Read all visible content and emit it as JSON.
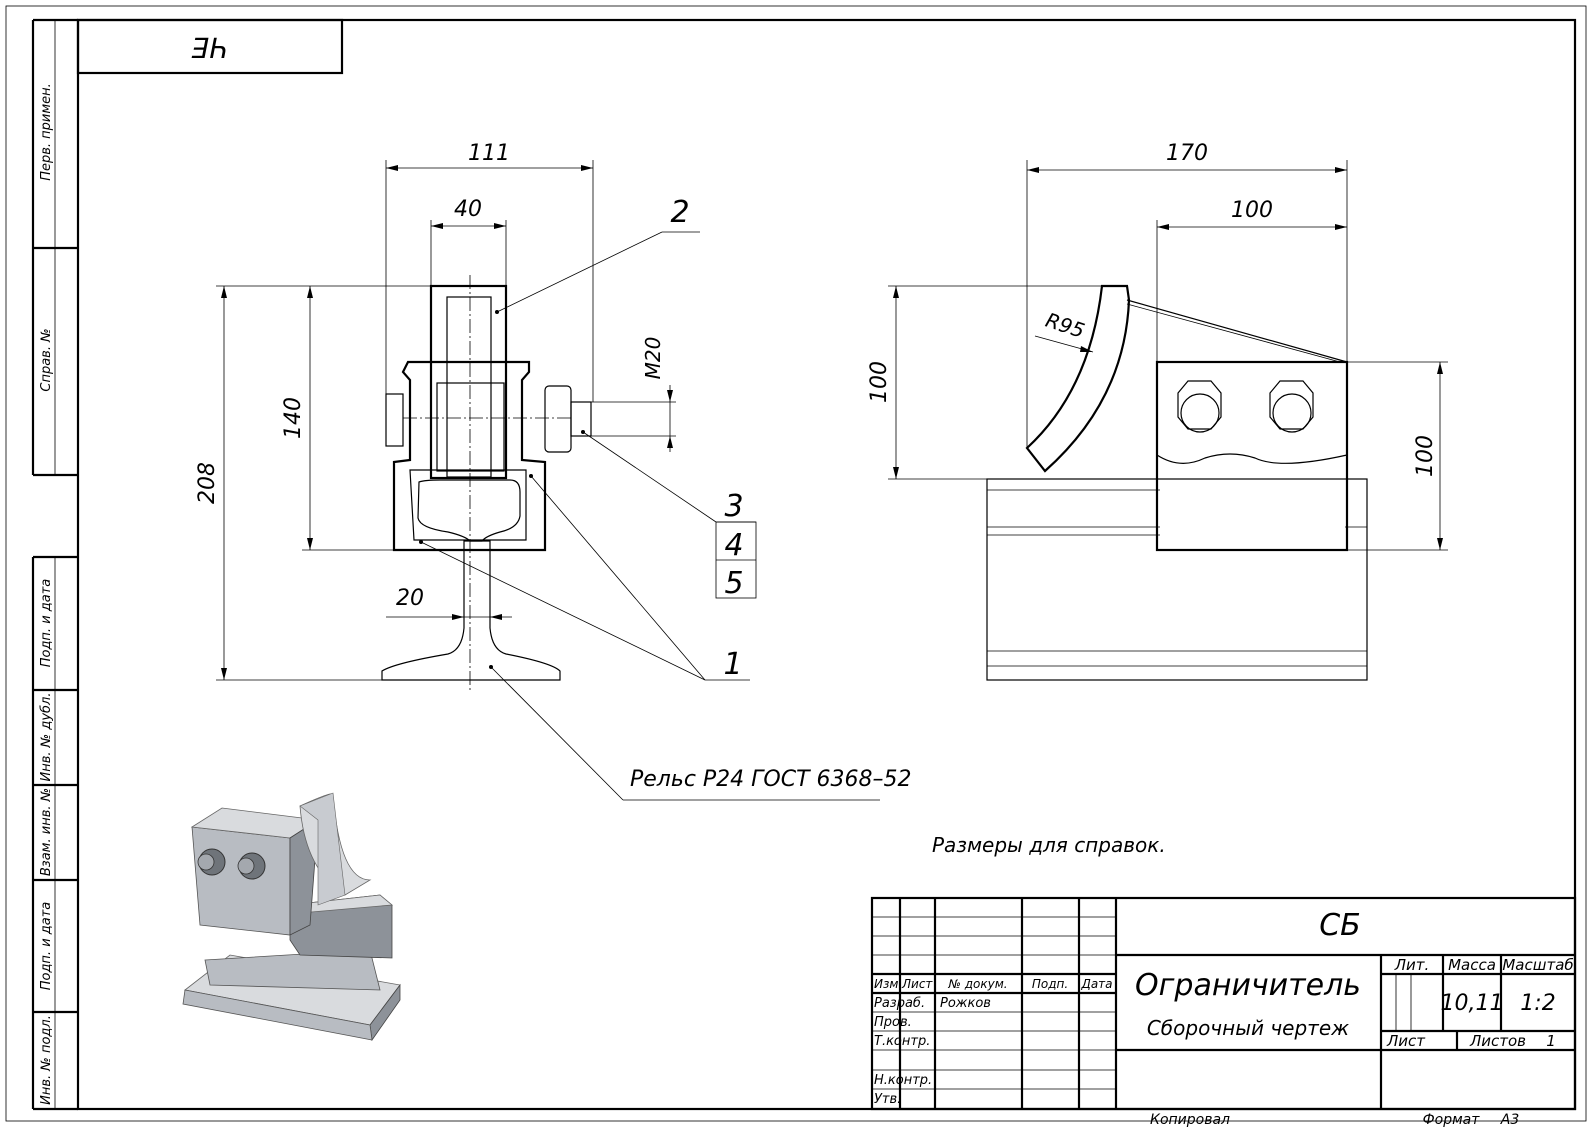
{
  "sheet": {
    "top_left_stamp": "ЧЕ",
    "sidebar_labels": [
      "Перв. примен.",
      "Справ. №",
      "Подп. и дата",
      "Инв. № дубл.",
      "Взам. инв. №",
      "Подп. и дата",
      "Инв. № подл."
    ],
    "note": "Размеры для справок.",
    "footer_copied": "Копировал",
    "footer_format_label": "Формат",
    "footer_format_value": "A3"
  },
  "front_view": {
    "dims": {
      "width_total": "111",
      "width_inner": "40",
      "height_total": "208",
      "height_body": "140",
      "thread": "M20",
      "web": "20"
    },
    "callouts": [
      "2",
      "3",
      "4",
      "5",
      "1"
    ],
    "rail_label": "Рельс Р24 ГОСТ 6368–52"
  },
  "side_view": {
    "dims": {
      "length_total": "170",
      "length_block": "100",
      "height_left": "100",
      "height_right": "100",
      "radius": "R95"
    }
  },
  "title_block": {
    "doc_code": "СБ",
    "name": "Ограничитель",
    "doc_type": "Сборочный чертеж",
    "headers": {
      "izm": "Изм.",
      "list": "Лист",
      "docnum": "№ докум.",
      "podp": "Подп.",
      "data": "Дата"
    },
    "roles": {
      "razrab": "Разраб.",
      "prov": "Пров.",
      "tkontr": "Т.контр.",
      "nkontr": "Н.контр.",
      "utv": "Утв."
    },
    "developer": "Рожков",
    "lit_label": "Лит.",
    "mass_label": "Масса",
    "scale_label": "Масштаб",
    "mass_value": "10,11",
    "scale_value": "1:2",
    "sheet_label": "Лист",
    "sheets_label": "Листов",
    "sheets_value": "1"
  }
}
